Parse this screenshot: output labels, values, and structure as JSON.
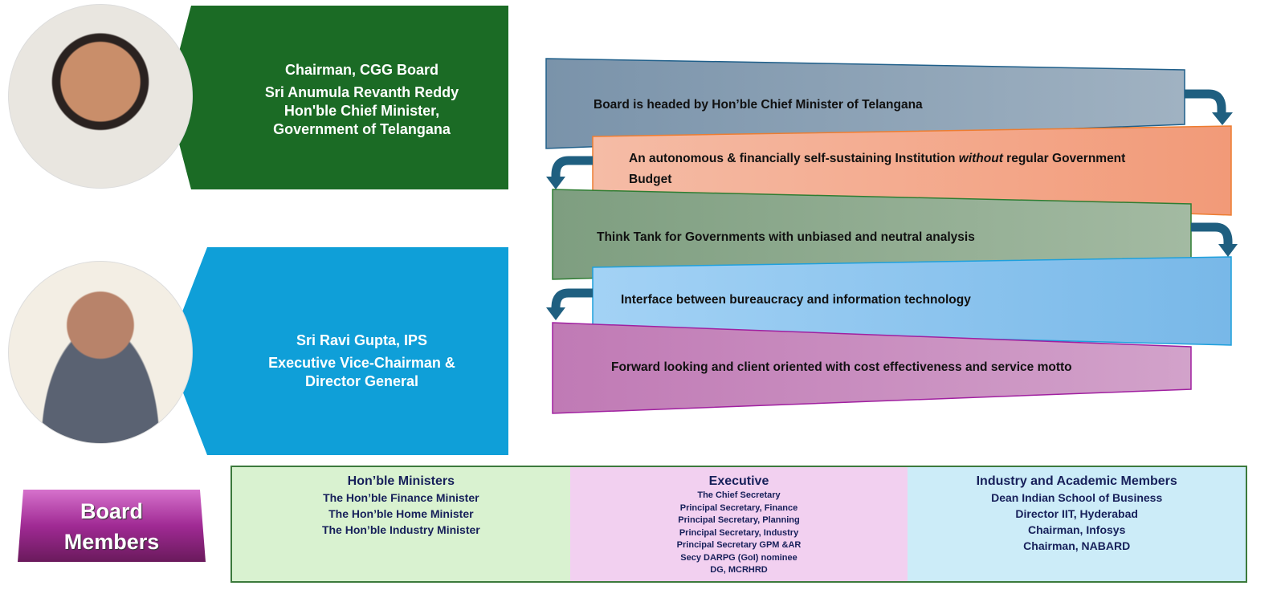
{
  "chairman": {
    "role": "Chairman, CGG Board",
    "name": "Sri Anumula Revanth Reddy",
    "title1": "Hon'ble Chief Minister,",
    "title2": "Government of Telangana"
  },
  "evc": {
    "name": "Sri Ravi Gupta, IPS",
    "title1": "Executive Vice-Chairman &",
    "title2": "Director General"
  },
  "flow": [
    {
      "text": "Board is headed by Hon’ble Chief Minister of Telangana"
    },
    {
      "text_a": "An autonomous & financially self-sustaining Institution ",
      "text_em": "without",
      "text_b": " regular Government",
      "text_c": "Budget"
    },
    {
      "text": "Think Tank for Governments with unbiased and neutral analysis"
    },
    {
      "text": "Interface between bureaucracy and information technology"
    },
    {
      "text": "Forward looking and client oriented with cost effectiveness  and service motto"
    }
  ],
  "colors": {
    "green": "#1b6b25",
    "blue": "#0f9fd8",
    "navy": "#17205a"
  },
  "board": {
    "label1": "Board",
    "label2": "Members",
    "columns": [
      {
        "heading": "Hon’ble Ministers",
        "items": [
          "The Hon’ble Finance Minister",
          "The Hon’ble Home Minister",
          "The Hon’ble Industry Minister"
        ]
      },
      {
        "heading": "Executive",
        "items": [
          "The Chief Secretary",
          "Principal Secretary, Finance",
          "Principal Secretary, Planning",
          "Principal Secretary, Industry",
          "Principal Secretary GPM &AR",
          "Secy DARPG (GoI) nominee",
          "DG, MCRHRD"
        ]
      },
      {
        "heading": "Industry and Academic Members",
        "items": [
          "Dean Indian School of Business",
          "Director IIT, Hyderabad",
          "Chairman, Infosys",
          "Chairman, NABARD"
        ]
      }
    ]
  }
}
